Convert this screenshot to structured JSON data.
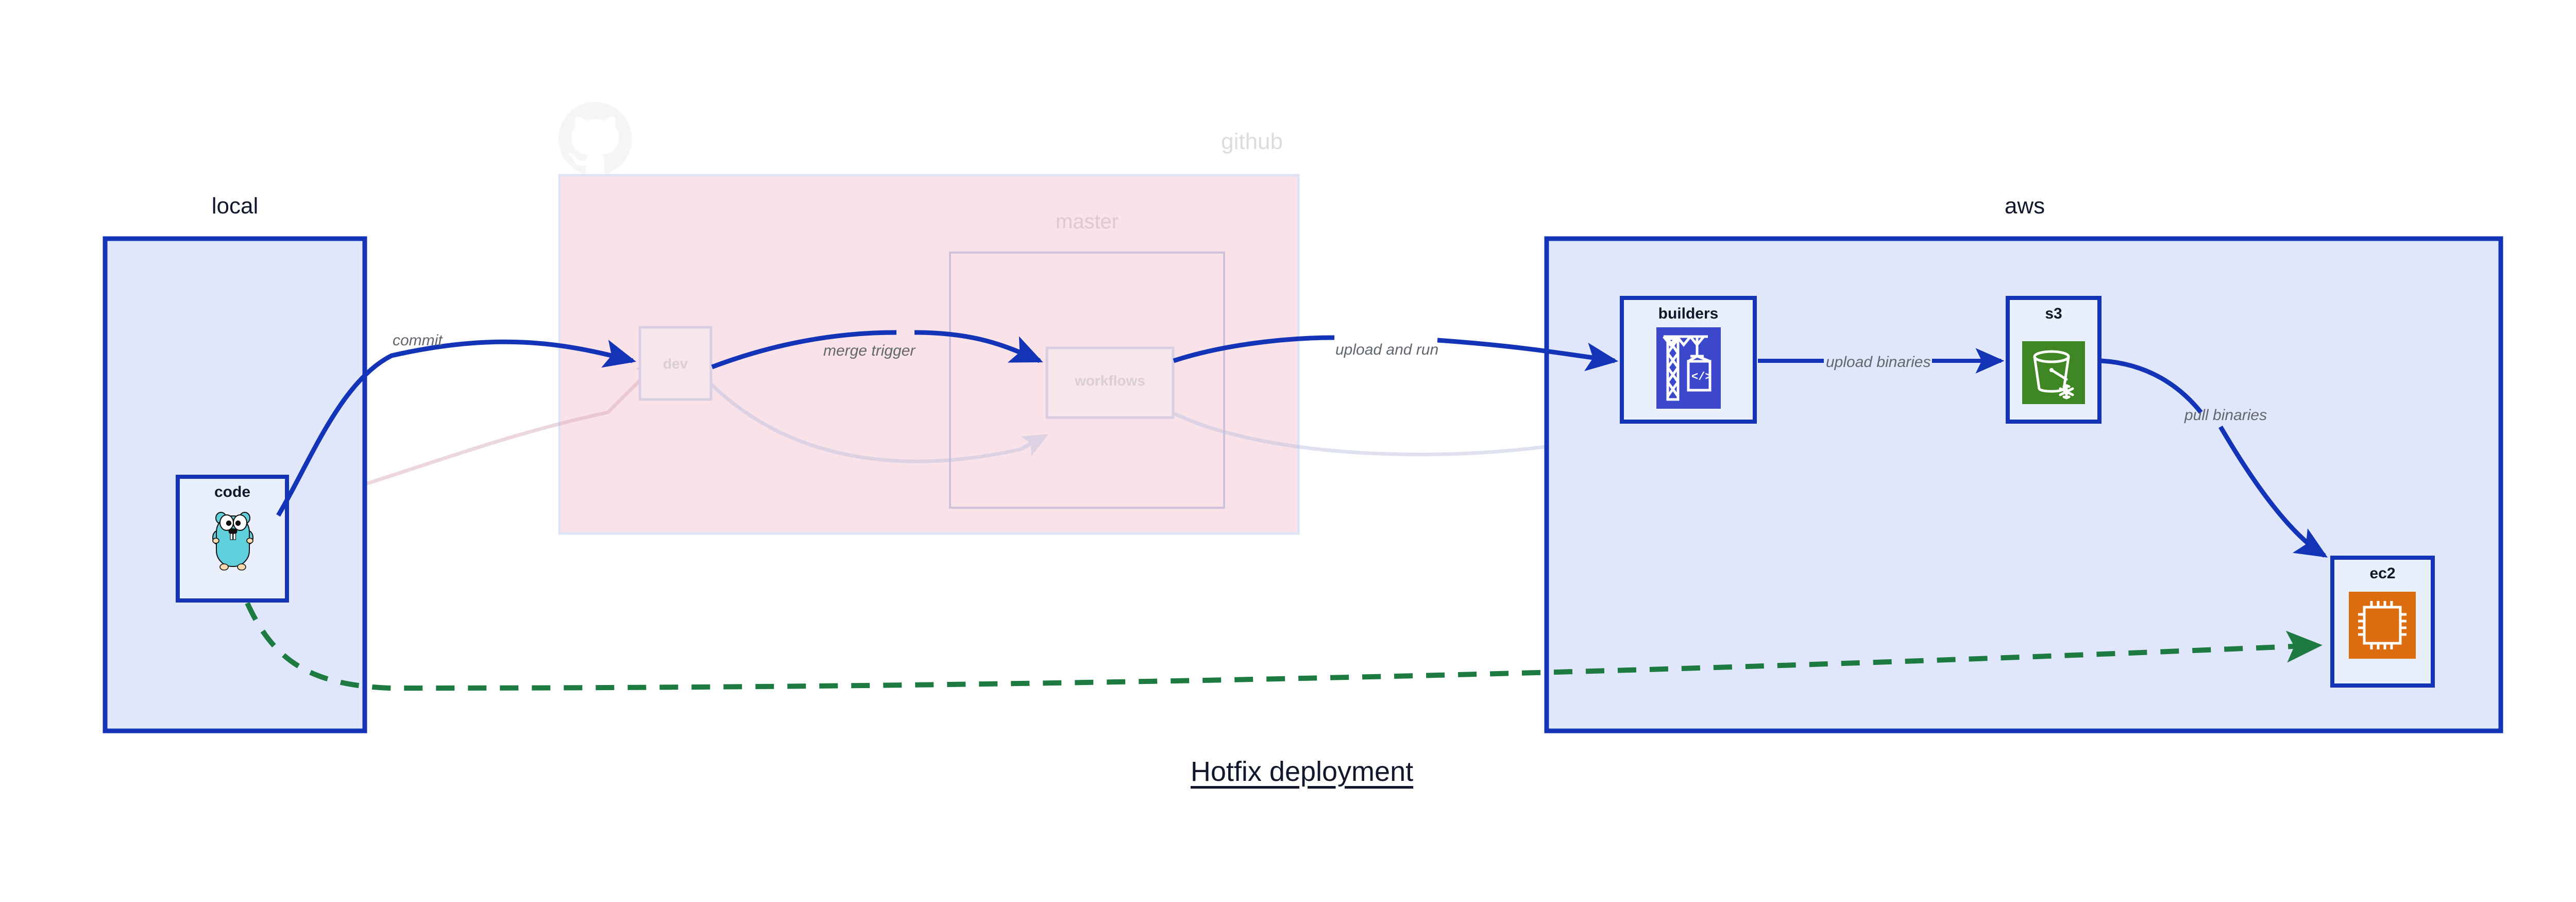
{
  "diagram": {
    "title": "Hotfix deployment",
    "background": "#ffffff",
    "accent_blue": "#1434b8",
    "accent_blue_fill": "#e1e7fb",
    "accent_pink_fill": "#fae3e8",
    "accent_green": "#1d7a41",
    "dim_opacity": "0.12"
  },
  "groups": [
    {
      "id": "local",
      "label": "local",
      "emphasis": "active",
      "border": "#1434b8",
      "fill": "#e1e7fb"
    },
    {
      "id": "github",
      "label": "github",
      "emphasis": "dimmed",
      "border": "#c9b7c4",
      "fill": "#fae3e8",
      "icon": "github-octocat-icon",
      "subgroups": [
        {
          "id": "master",
          "label": "master",
          "emphasis": "dimmed",
          "border": "#c9bdd6"
        }
      ]
    },
    {
      "id": "aws",
      "label": "aws",
      "emphasis": "active",
      "border": "#1434b8",
      "fill": "#e1e7fb"
    }
  ],
  "nodes": [
    {
      "id": "code",
      "label": "code",
      "group": "local",
      "icon": "go-gopher-icon",
      "emphasis": "active"
    },
    {
      "id": "dev",
      "label": "dev",
      "group": "github",
      "icon": "none",
      "emphasis": "dimmed"
    },
    {
      "id": "workflows",
      "label": "workflows",
      "group": "master",
      "icon": "none",
      "emphasis": "dimmed"
    },
    {
      "id": "builders",
      "label": "builders",
      "group": "aws",
      "icon": "aws-codebuild-crane-icon",
      "icon_color": "#3b48cc",
      "emphasis": "active"
    },
    {
      "id": "s3",
      "label": "s3",
      "group": "aws",
      "icon": "aws-s3-glacier-bucket-icon",
      "icon_color": "#3f8624",
      "emphasis": "active"
    },
    {
      "id": "ec2",
      "label": "ec2",
      "group": "aws",
      "icon": "aws-ec2-chip-icon",
      "icon_color": "#dd6b10",
      "emphasis": "active"
    }
  ],
  "edges": [
    {
      "id": "commit",
      "from": "code",
      "to": "dev",
      "label": "commit",
      "style": "solid",
      "color": "#1434b8",
      "emphasis": "active"
    },
    {
      "id": "merge-trigger",
      "from": "dev",
      "to": "workflows",
      "label": "merge trigger",
      "style": "solid",
      "color": "#1434b8",
      "emphasis": "active"
    },
    {
      "id": "upload-and-run",
      "from": "workflows",
      "to": "builders",
      "label": "upload and run",
      "style": "solid",
      "color": "#1434b8",
      "emphasis": "active"
    },
    {
      "id": "upload-binaries",
      "from": "builders",
      "to": "s3",
      "label": "upload binaries",
      "style": "solid",
      "color": "#1434b8",
      "emphasis": "active"
    },
    {
      "id": "pull-binaries",
      "from": "s3",
      "to": "ec2",
      "label": "pull binaries",
      "style": "solid",
      "color": "#1434b8",
      "emphasis": "active"
    },
    {
      "id": "hotfix-direct",
      "from": "code",
      "to": "ec2",
      "label": "",
      "style": "dashed",
      "color": "#1d7a41",
      "emphasis": "active"
    },
    {
      "id": "code-to-dev-dim",
      "from": "code",
      "to": "dev",
      "label": "",
      "style": "solid",
      "color": "#d6a8b8",
      "emphasis": "dimmed"
    },
    {
      "id": "dev-to-workflows-dim",
      "from": "dev",
      "to": "workflows",
      "label": "",
      "style": "solid",
      "color": "#b9bede",
      "emphasis": "dimmed"
    },
    {
      "id": "workflows-to-builders-dim",
      "from": "workflows",
      "to": "builders",
      "label": "",
      "style": "solid",
      "color": "#c3c9e8",
      "emphasis": "dimmed"
    }
  ]
}
